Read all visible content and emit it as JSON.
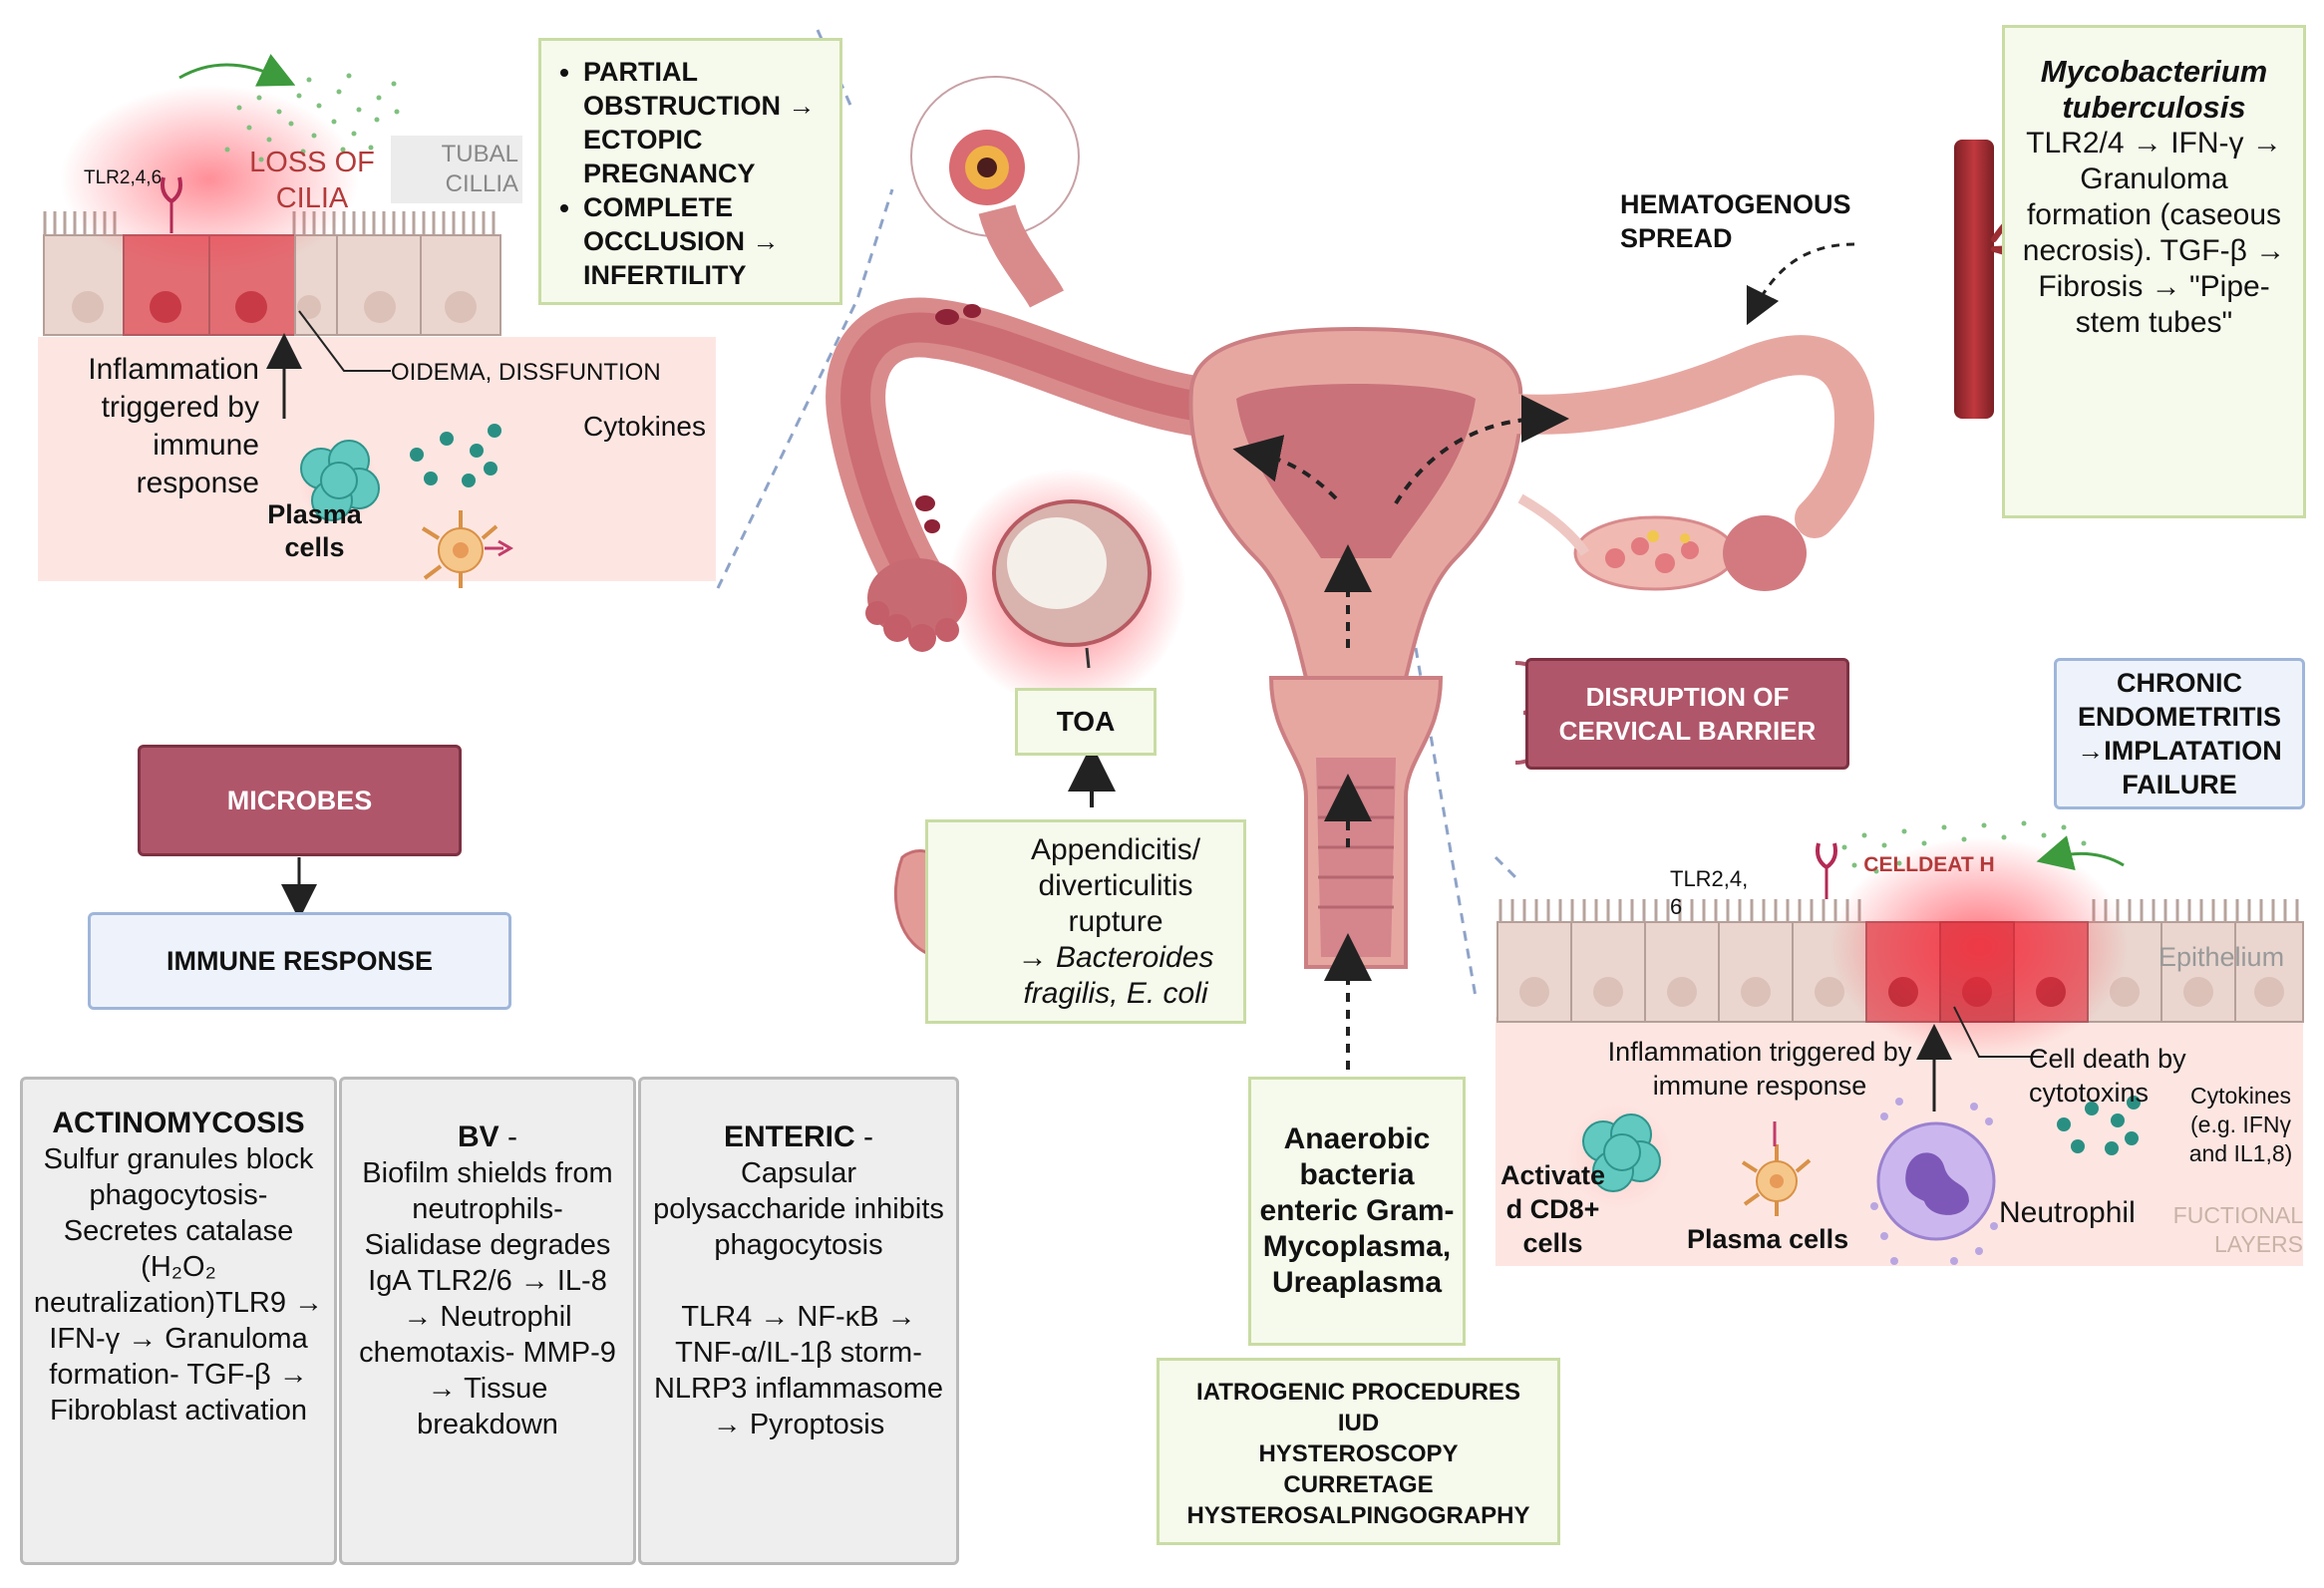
{
  "tubal_panel": {
    "tlr_label": "TLR2,4,6",
    "loss_of_cilia": "LOSS OF CILIA",
    "tubal_cilia": "TUBAL CILLIA",
    "oedema": "OIDEMA, DISSFUNTION",
    "inflammation": "Inflammation triggered by immune response",
    "cytokines": "Cytokines",
    "plasma_cells": "Plasma cells"
  },
  "obstruction_box": {
    "items": [
      "PARTIAL OBSTRUCTION → ECTOPIC PREGNANCY",
      "COMPLETE OCCLUSION → INFERTILITY"
    ]
  },
  "tb_box": {
    "organism": "Mycobacterium tuberculosis",
    "text": "TLR2/4 → IFN-γ → Granuloma formation (caseous necrosis). TGF-β → Fibrosis → \"Pipe-stem tubes\""
  },
  "hematogenous": "HEMATOGENOUS SPREAD",
  "toa": "TOA",
  "appendicitis": {
    "text": "Appendicitis/ diverticulitis rupture",
    "arrow": "→",
    "organisms": "Bacteroides fragilis, E. coli"
  },
  "cervical_barrier": "DISRUPTION OF CERVICAL BARRIER",
  "chronic_endometritis": "CHRONIC ENDOMETRITIS →IMPLATATION FAILURE",
  "flow": {
    "microbes": "MICROBES",
    "immune_response": "IMMUNE RESPONSE"
  },
  "mechanisms": [
    {
      "title": "ACTINOMYCOSIS",
      "suffix": "",
      "lines": [
        "Sulfur granules block phagocytosis- Secretes catalase (H₂O₂ neutralization)TLR9 → IFN-γ → Granuloma formation- TGF-β → Fibroblast activation"
      ]
    },
    {
      "title": "BV",
      "suffix": " -",
      "lines": [
        "Biofilm shields from neutrophils- Sialidase degrades IgA TLR2/6 → IL-8 → Neutrophil chemotaxis- MMP-9 → Tissue breakdown"
      ]
    },
    {
      "title": "ENTERIC",
      "suffix": " -",
      "lines": [
        "Capsular polysaccharide inhibits phagocytosis",
        "TLR4 → NF-κB → TNF-α/IL-1β storm- NLRP3 inflammasome → Pyroptosis"
      ]
    }
  ],
  "anaerobic_box": "Anaerobic bacteria enteric Gram- Mycoplasma, Ureaplasma",
  "iatrogenic": {
    "title": "IATROGENIC PROCEDURES",
    "items": [
      "IUD",
      "HYSTEROSCOPY",
      "CURRETAGE",
      "HYSTEROSALPINGOGRAPHY"
    ]
  },
  "endometrium_panel": {
    "tlr_label": "TLR2,4, 6",
    "cell_death_label": "CELLDEAT H",
    "epithelium": "Epithelium",
    "inflammation": "Inflammation triggered by immune response",
    "cell_death": "Cell death by cytotoxins",
    "cytokines": "Cytokines (e.g. IFNγ and IL1,8)",
    "cd8": "Activate d CD8+ cells",
    "plasma_cells": "Plasma cells",
    "neutrophil": "Neutrophil",
    "functional_layers": "FUCTIONAL LAYERS"
  },
  "colors": {
    "maroon": "#b0566a",
    "pink_bg": "#fde9e6",
    "cell": "#ead6cf",
    "cell_inflamed": "#e26d73",
    "green_box": "#f6faec",
    "blue_box": "#eef3fb"
  }
}
